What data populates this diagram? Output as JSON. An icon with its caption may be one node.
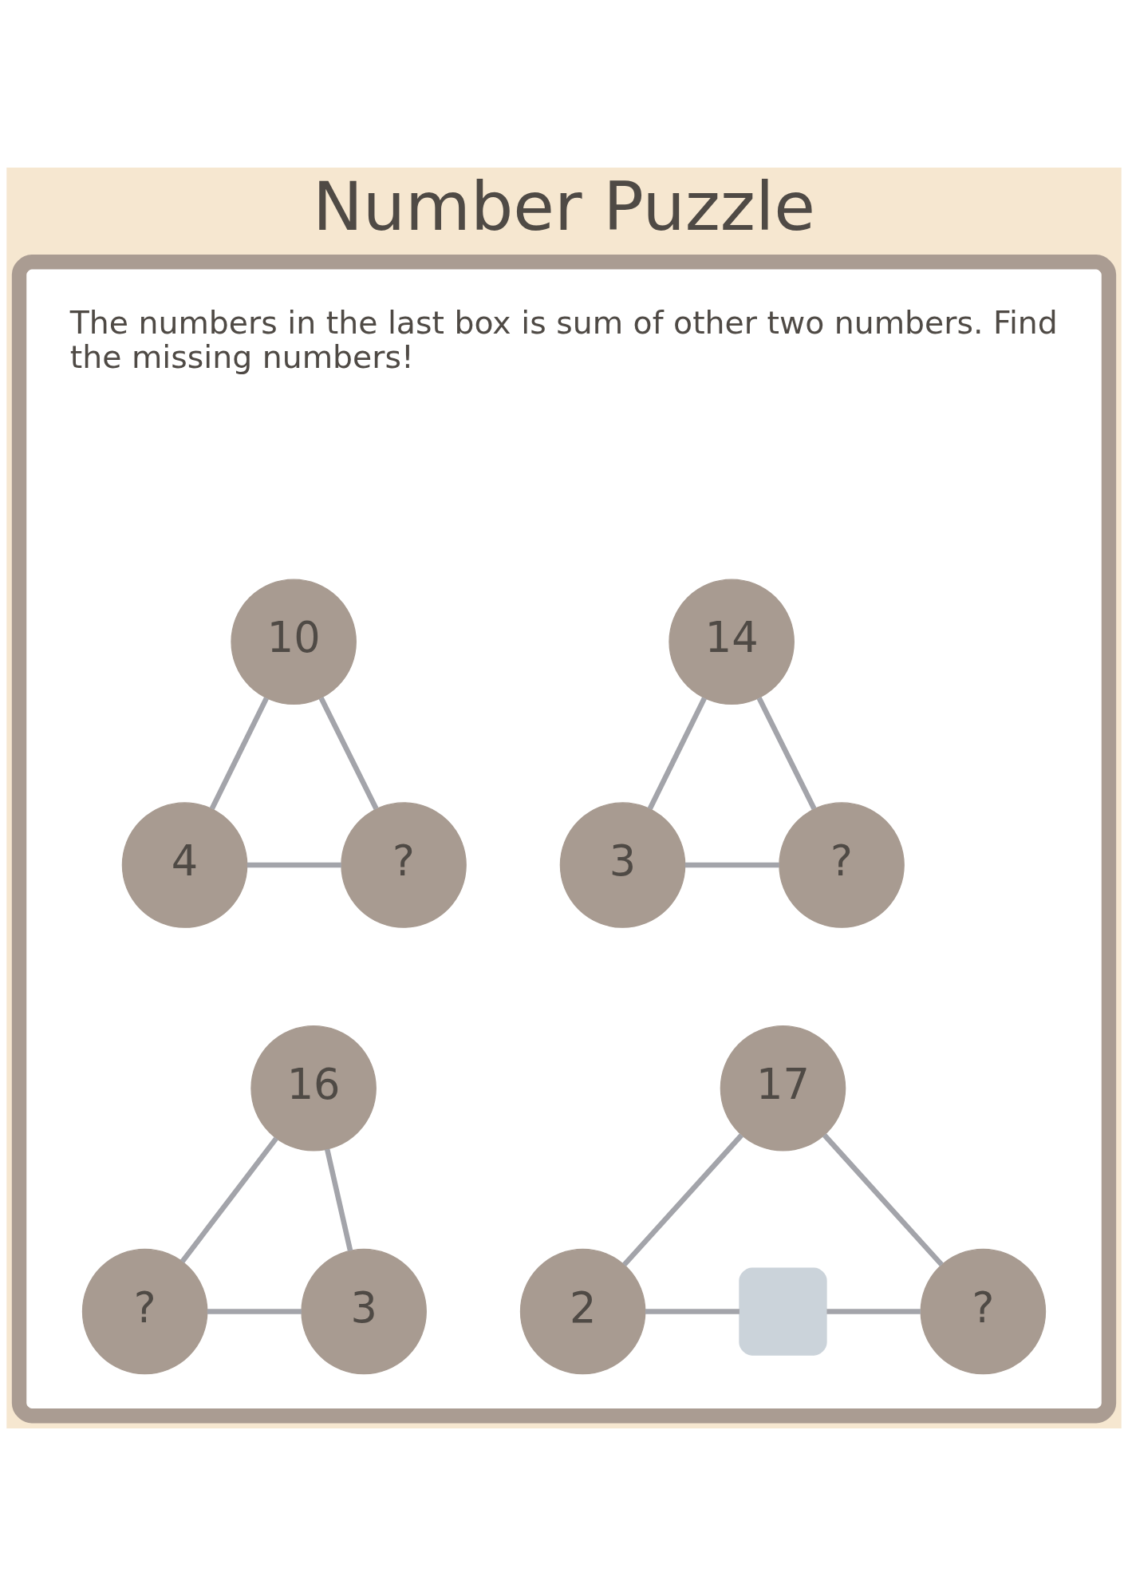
{
  "diagram": {
    "title": "Number Puzzle",
    "nodes": [
      {
        "text": [],
        "shape": "box"
      },
      {
        "text": [
          "10"
        ],
        "in": 0
      },
      {
        "text": [
          "14"
        ],
        "in": 0
      },
      {
        "text": [
          "4"
        ],
        "in": 0
      },
      {
        "text": [
          "?"
        ],
        "in": 0
      },
      {
        "text": [
          "3"
        ],
        "in": 0
      },
      {
        "text": [
          "?"
        ],
        "in": 0
      },
      {
        "text": [
          "16"
        ],
        "in": 0
      },
      {
        "text": [
          "17"
        ],
        "in": 0
      },
      {
        "text": [
          "?"
        ],
        "in": 0
      },
      {
        "text": [
          "3"
        ],
        "in": 0
      },
      {
        "text": [
          "2"
        ],
        "in": 0
      },
      {
        "text": [],
        "shape": "box",
        "in": 0
      },
      {
        "text": [
          "?"
        ],
        "in": 0
      }
    ],
    "edges": [
      {
        "from": 1,
        "to": 3,
        "arrow": "none"
      },
      {
        "from": 1,
        "to": 4,
        "arrow": "none"
      },
      {
        "from": 3,
        "to": 4,
        "arrow": "none"
      },
      {
        "from": 2,
        "to": 5,
        "arrow": "none"
      },
      {
        "from": 2,
        "to": 6,
        "arrow": "none"
      },
      {
        "from": 5,
        "to": 6,
        "arrow": "none"
      },
      {
        "from": 7,
        "to": 9,
        "arrow": "none"
      },
      {
        "from": 7,
        "to": 10,
        "arrow": "none"
      },
      {
        "from": 9,
        "to": 10,
        "arrow": "none"
      },
      {
        "from": 8,
        "to": 11,
        "arrow": "none"
      },
      {
        "from": 8,
        "to": 13,
        "arrow": "none"
      },
      {
        "from": 11,
        "to": 12,
        "arrow": "none"
      },
      {
        "from": 12,
        "to": 13,
        "arrow": "none"
      }
    ],
    "labels": [
      "The numbers in the last box is sum of other two numbers. Find the missing numbers!"
    ]
  }
}
